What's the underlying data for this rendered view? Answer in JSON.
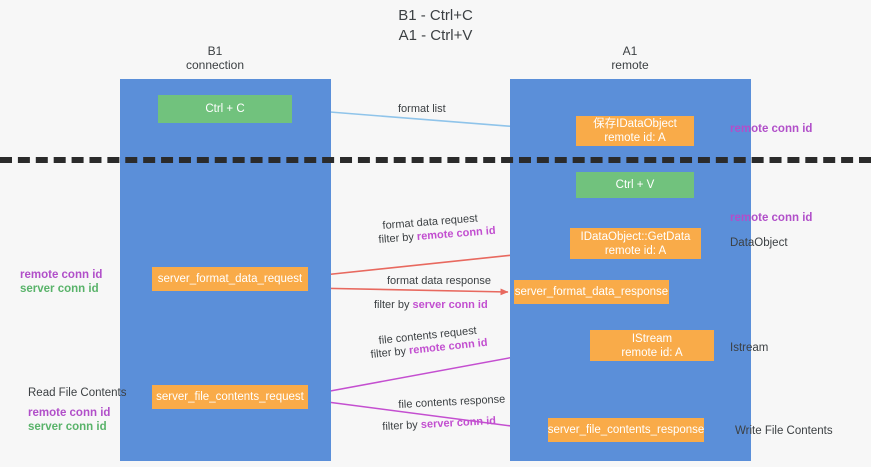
{
  "title": "B1 - Ctrl+C\nA1 - Ctrl+V",
  "lanes": [
    {
      "id": "b1",
      "label": "B1\nconnection"
    },
    {
      "id": "a1",
      "label": "A1\nremote"
    }
  ],
  "nodes": {
    "ctrl_c": {
      "label": "Ctrl + C"
    },
    "save_idataobject": {
      "label": "保存IDataObject",
      "sub": "remote id: A"
    },
    "ctrl_v": {
      "label": "Ctrl + V"
    },
    "getdata": {
      "label": "IDataObject::GetData",
      "sub": "remote id: A"
    },
    "server_format_data_request": {
      "label": "server_format_data_request"
    },
    "server_format_data_response": {
      "label": "server_format_data_response"
    },
    "istream": {
      "label": "IStream",
      "sub": "remote id: A"
    },
    "server_file_contents_request": {
      "label": "server_file_contents_request"
    },
    "server_file_contents_response": {
      "label": "server_file_contents_response"
    }
  },
  "edges": {
    "format_list": {
      "label": "format list"
    },
    "format_data_request": {
      "label": "format data request"
    },
    "format_data_request_filter": {
      "prefix": "filter by ",
      "key": "remote conn id"
    },
    "format_data_response": {
      "label": "format data response"
    },
    "format_data_response_filter": {
      "prefix": "filter by ",
      "key": "server conn id"
    },
    "file_contents_request": {
      "label": "file contents request"
    },
    "file_contents_request_filter": {
      "prefix": "filter by ",
      "key": "remote conn id"
    },
    "file_contents_response": {
      "label": "file contents response"
    },
    "file_contents_response_filter": {
      "prefix": "filter by ",
      "key": "server conn id"
    }
  },
  "annotations": {
    "remote_conn_id_top": "remote conn id",
    "remote_conn_id_mid": "remote conn id",
    "dataobject": "DataObject",
    "istream": "Istream",
    "write_file_contents": "Write File Contents",
    "read_file_contents": "Read File Contents",
    "left_mid_remote": "remote conn id",
    "left_mid_server": "server conn id",
    "left_bot_remote": "remote conn id",
    "left_bot_server": "server conn id"
  },
  "colors": {
    "lane": "#5b8fd9",
    "green_node": "#71c27d",
    "orange_node": "#f9ab49",
    "purple_text": "#b14fc9",
    "green_text": "#59b36a",
    "red_arrow": "#e8695f",
    "magenta_arrow": "#c44fd0",
    "blue_arrow": "#8fc4ea",
    "black_arrow": "#1a1a1a",
    "background": "#f7f7f7",
    "divider": "#2b2b2b"
  }
}
